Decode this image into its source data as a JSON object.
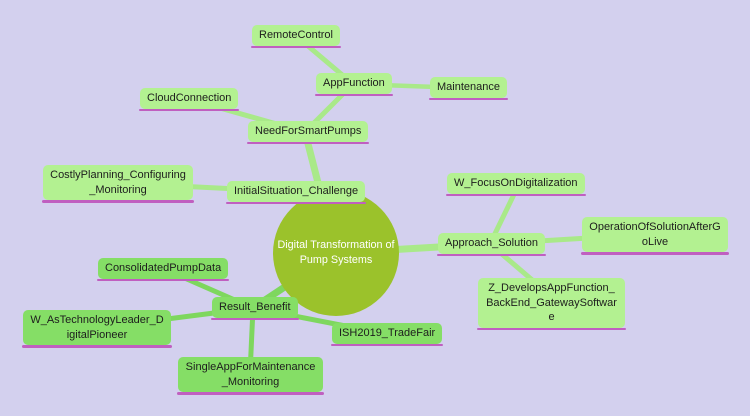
{
  "central_topic": {
    "line1": "Digital Transformation of",
    "line2": "Pump Systems"
  },
  "nodes": {
    "remote_control": {
      "label": "RemoteControl"
    },
    "app_function": {
      "label": "AppFunction"
    },
    "maintenance": {
      "label": "Maintenance"
    },
    "cloud_connection": {
      "label": "CloudConnection"
    },
    "need_for_smart_pumps": {
      "label": "NeedForSmartPumps"
    },
    "costly_planning_configuring_monitoring": {
      "label": "CostlyPlanning_Configuring_Monitoring"
    },
    "initial_situation_challenge": {
      "label": "InitialSituation_Challenge"
    },
    "w_focus_on_digitalization": {
      "label": "W_FocusOnDigitalization"
    },
    "approach_solution": {
      "label": "Approach_Solution"
    },
    "operation_of_solution_after_go_live": {
      "label": "OperationOfSolutionAfterGoLive"
    },
    "z_develops_app_function_backend_gateway_software": {
      "label": "Z_DevelopsAppFunction_BackEnd_GatewaySoftware"
    },
    "consolidated_pump_data": {
      "label": "ConsolidatedPumpData"
    },
    "result_benefit": {
      "label": "Result_Benefit"
    },
    "w_as_technology_leader_digital_pioneer": {
      "label": "W_AsTechnologyLeader_DigitalPioneer"
    },
    "single_app_for_maintenance_monitoring": {
      "label": "SingleAppForMaintenance_Monitoring"
    },
    "ish2019_trade_fair": {
      "label": "ISH2019_TradeFair"
    }
  },
  "colors": {
    "background": "#d3d0ee",
    "branch_light_fill": "#b3f191",
    "branch_light_link": "#a9e989",
    "branch_green_fill": "#85de66",
    "branch_green_link": "#7ed75e",
    "central_fill": "#9bc22b",
    "central_text": "#ffffff",
    "node_text": "#1d1d1d",
    "node_underline": "#c05fc0"
  }
}
